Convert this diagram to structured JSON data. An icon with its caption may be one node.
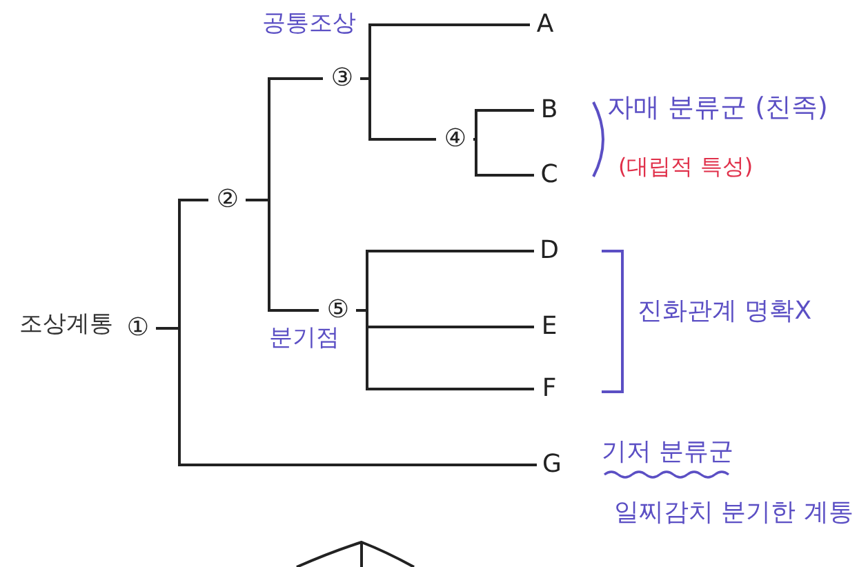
{
  "diagram": {
    "nodes": [
      {
        "text": [
          "①"
        ],
        "beside": [
          "조상계통"
        ]
      },
      {
        "text": [
          "②"
        ]
      },
      {
        "text": [
          "③"
        ],
        "beside": [
          "공통조상"
        ]
      },
      {
        "text": [
          "④"
        ]
      },
      {
        "text": [
          "⑤"
        ],
        "beside": [
          "분기점"
        ]
      },
      {
        "text": [
          "A"
        ]
      },
      {
        "text": [
          "B"
        ]
      },
      {
        "text": [
          "C"
        ]
      },
      {
        "text": [
          "D"
        ]
      },
      {
        "text": [
          "E"
        ]
      },
      {
        "text": [
          "F"
        ]
      },
      {
        "text": [
          "G"
        ]
      }
    ],
    "edges": [
      {
        "from": 0,
        "to": 1,
        "arrow": "none"
      },
      {
        "from": 0,
        "to": 11,
        "arrow": "none"
      },
      {
        "from": 1,
        "to": 2,
        "arrow": "none"
      },
      {
        "from": 1,
        "to": 4,
        "arrow": "none"
      },
      {
        "from": 2,
        "to": 5,
        "arrow": "none"
      },
      {
        "from": 2,
        "to": 3,
        "arrow": "none"
      },
      {
        "from": 3,
        "to": 6,
        "arrow": "none"
      },
      {
        "from": 3,
        "to": 7,
        "arrow": "none"
      },
      {
        "from": 4,
        "to": 8,
        "arrow": "none"
      },
      {
        "from": 4,
        "to": 9,
        "arrow": "none"
      },
      {
        "from": 4,
        "to": 10,
        "arrow": "none"
      }
    ],
    "labels": [
      "자매 분류군 (친족)",
      "(대립적 특성)",
      "진화관계 명확X",
      "기저 분류군",
      "일찌감치 분기한 계통"
    ]
  }
}
